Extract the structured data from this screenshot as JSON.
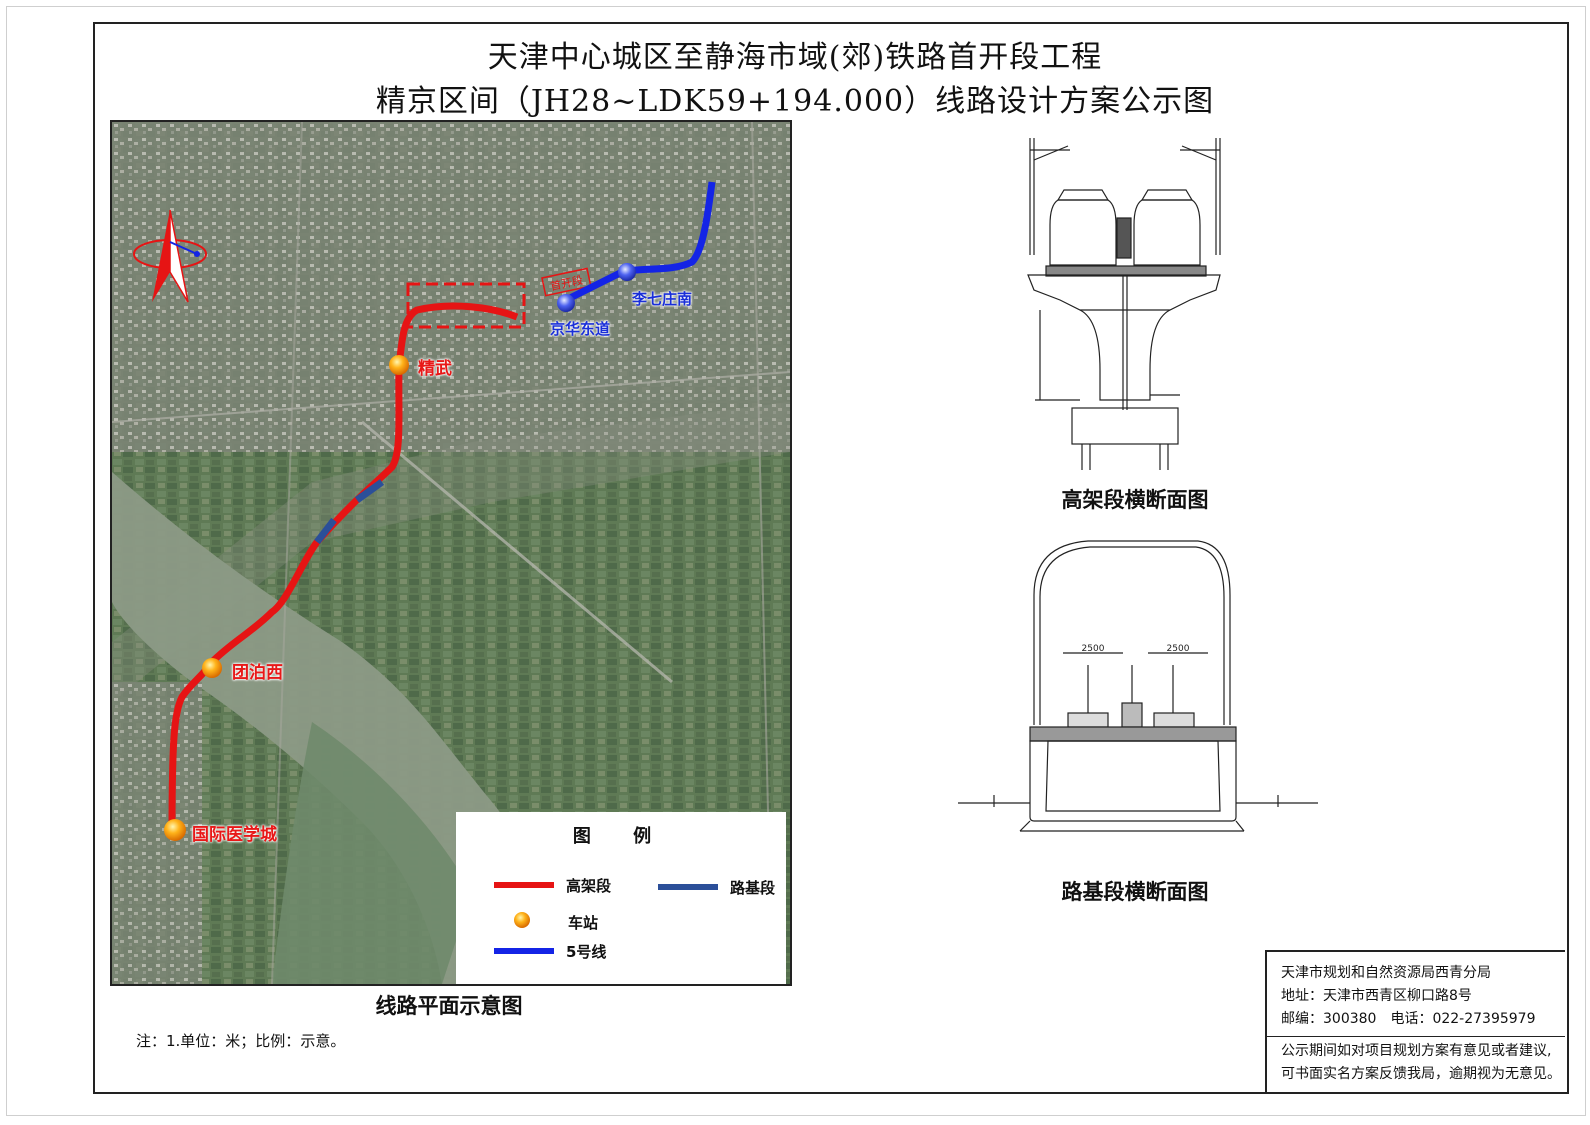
{
  "title": {
    "line1": "天津中心城区至静海市域(郊)铁路首开段工程",
    "line2": "精京区间（JH28~LDK59+194.000）线路设计方案公示图"
  },
  "map": {
    "stations_red": [
      "精武",
      "团泊西",
      "国际医学城"
    ],
    "stations_blue": [
      "京华东道",
      "李七庄南"
    ],
    "first_section_tag": "首开段",
    "caption": "线路平面示意图",
    "legend": {
      "title": "图 例",
      "elevated": "高架段",
      "subgrade": "路基段",
      "station": "车站",
      "line5": "5号线"
    },
    "colors": {
      "elevated": "#e61414",
      "subgrade": "#2b4f99",
      "line5": "#1424e6"
    }
  },
  "drawings": {
    "elevated_caption": "高架段横断面图",
    "subgrade_caption": "路基段横断面图",
    "dim1": "2500",
    "dim2": "2500"
  },
  "note": "注：1.单位：米；比例：示意。",
  "info": {
    "org": "天津市规划和自然资源局西青分局",
    "address": "地址：天津市西青区柳口路8号",
    "contact": "邮编：300380　电话：022-27395979",
    "notice1": "公示期间如对项目规划方案有意见或者建议,",
    "notice2": "可书面实名方案反馈我局，逾期视为无意见。"
  }
}
